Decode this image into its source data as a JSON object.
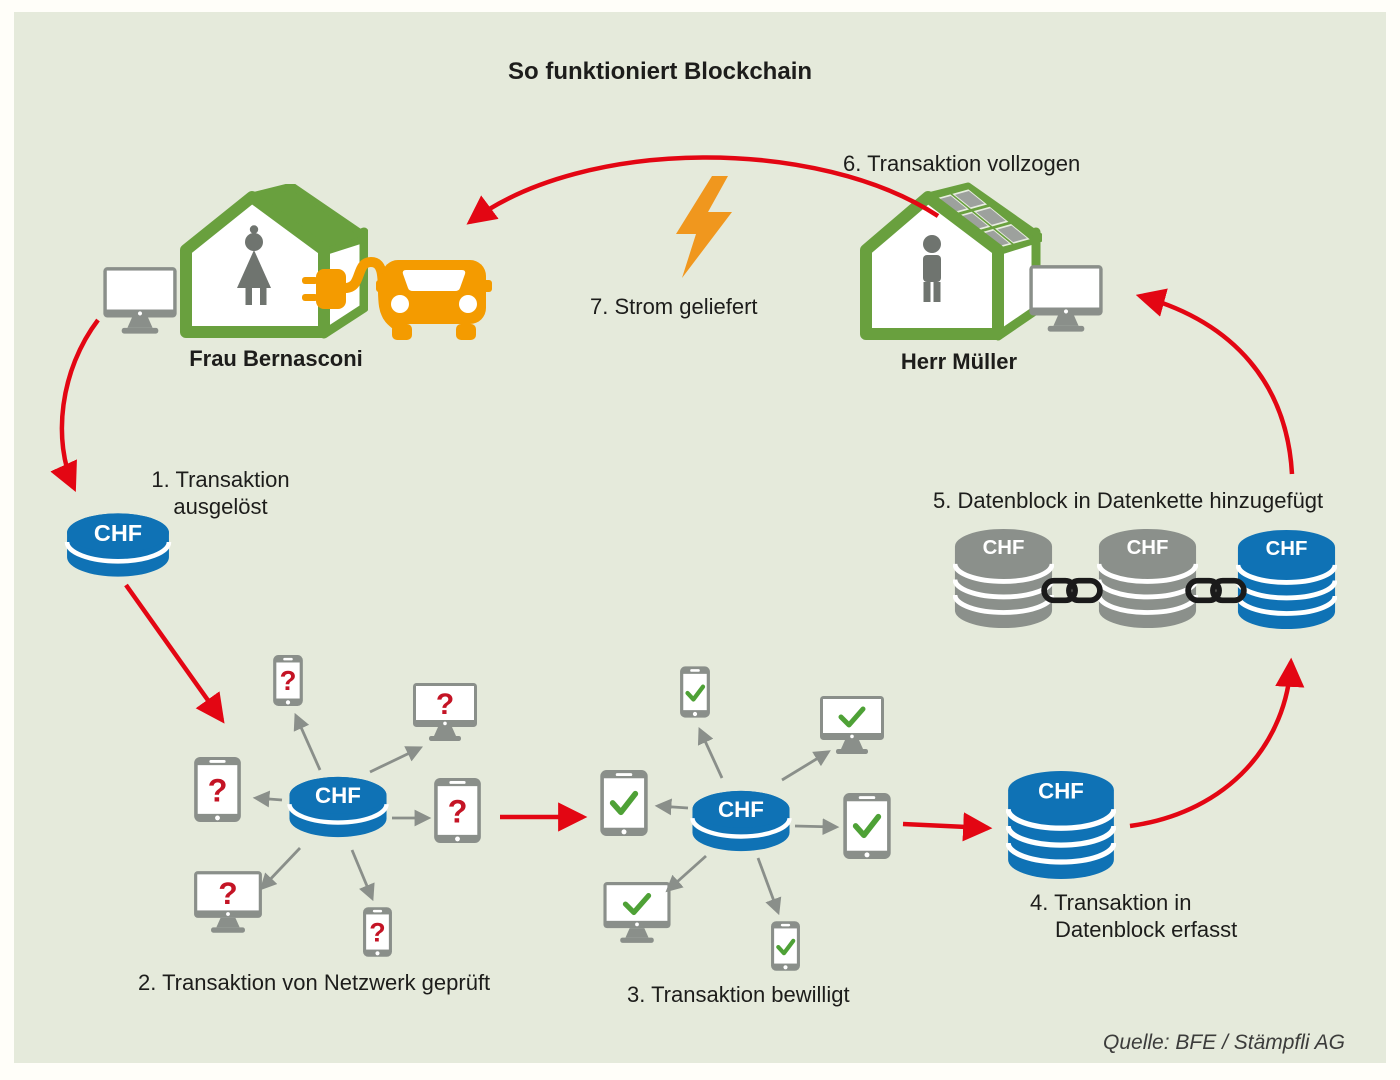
{
  "title": "So funktioniert Blockchain",
  "source": "Quelle: BFE / Stämpfli AG",
  "glyphs": {
    "currency": "CHF",
    "question": "?"
  },
  "actors": {
    "bernasconi": {
      "name": "Frau Bernasconi"
    },
    "mueller": {
      "name": "Herr Müller"
    }
  },
  "steps": {
    "s1": [
      "1. Transaktion",
      "ausgelöst"
    ],
    "s2": "2. Transaktion von Netzwerk geprüft",
    "s3": "3. Transaktion bewilligt",
    "s4": [
      "4. Transaktion in",
      "Datenblock erfasst"
    ],
    "s5": "5. Datenblock in Datenkette hinzugefügt",
    "s6": "6. Transaktion vollzogen",
    "s7": "7. Strom geliefert"
  },
  "colors": {
    "background": "#e5eadb",
    "arrow_red": "#e30613",
    "chf_blue": "#0f72b5",
    "house_green": "#69a03e",
    "energy_orange": "#f49b00",
    "device_gray": "#8a8f8a",
    "figure_gray": "#6f746f",
    "block_gray": "#8b908b",
    "chain_black": "#1a1a1a",
    "check_green": "#4ea136",
    "question_red": "#c41425",
    "text": "#1d1d1b"
  }
}
